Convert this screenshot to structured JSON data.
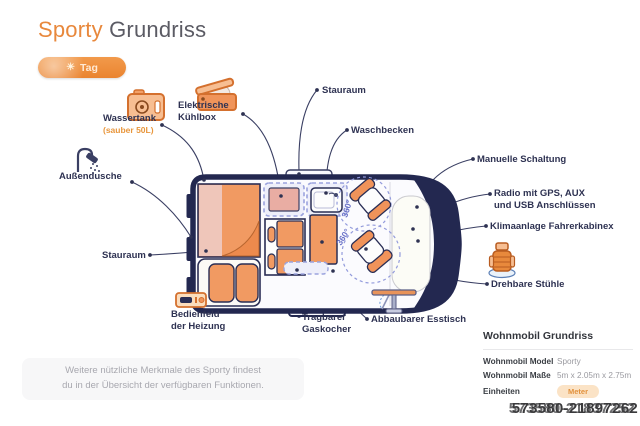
{
  "header": {
    "title_accent": "Sporty",
    "title_rest": " Grundriss",
    "mode_toggle": "Tag",
    "sun_icon": "☀"
  },
  "diagram": {
    "labels": {
      "wassertank": "Wassertank",
      "wassertank_sub": "(sauber 50L)",
      "kuehlbox_line1": "Elektrische",
      "kuehlbox_line2": "Kühlbox",
      "stauraum_top": "Stauraum",
      "waschbecken": "Waschbecken",
      "manuelle_schaltung": "Manuelle Schaltung",
      "radio_line1": "Radio mit GPS, AUX",
      "radio_line2": "und USB Anschlüssen",
      "klimaanlage": "Klimaanlage Fahrerkabinex",
      "drehbare_stuehle": "Drehbare Stühle",
      "abbaubarer_esstisch": "Abbaubarer Esstisch",
      "tragbarer_line1": "Tragbarer",
      "tragbarer_line2": "Gaskocher",
      "bedienfeld_line1": "Bedienfeld",
      "bedienfeld_line2": "der Heizung",
      "stauraum_left": "Stauraum",
      "aussendusche": "Außendusche",
      "rotation": "360°"
    },
    "colors": {
      "accent_orange": "#e8883c",
      "furniture_orange": "#f19a62",
      "bed_pink": "#efc6ba",
      "van_outline_navy": "#232850",
      "dashed_lavender": "#9ba3de",
      "rotation_purple": "#6a72c8"
    }
  },
  "footer_note": {
    "line1": "Weitere nützliche Merkmale des Sporty findest",
    "line2": "du in der Übersicht der verfügbaren Funktionen."
  },
  "info_panel": {
    "title": "Wohnmobil Grundriss",
    "rows": [
      {
        "label": "Wohnmobil Model",
        "value": "Sporty"
      },
      {
        "label": "Wohnmobil Maße",
        "value": "5m x 2.05m x 2.75m"
      },
      {
        "label": "Einheiten",
        "value": "Meter"
      }
    ]
  },
  "watermark": {
    "layer1": "573580-21897262",
    "layer2": "573580-21837252"
  }
}
